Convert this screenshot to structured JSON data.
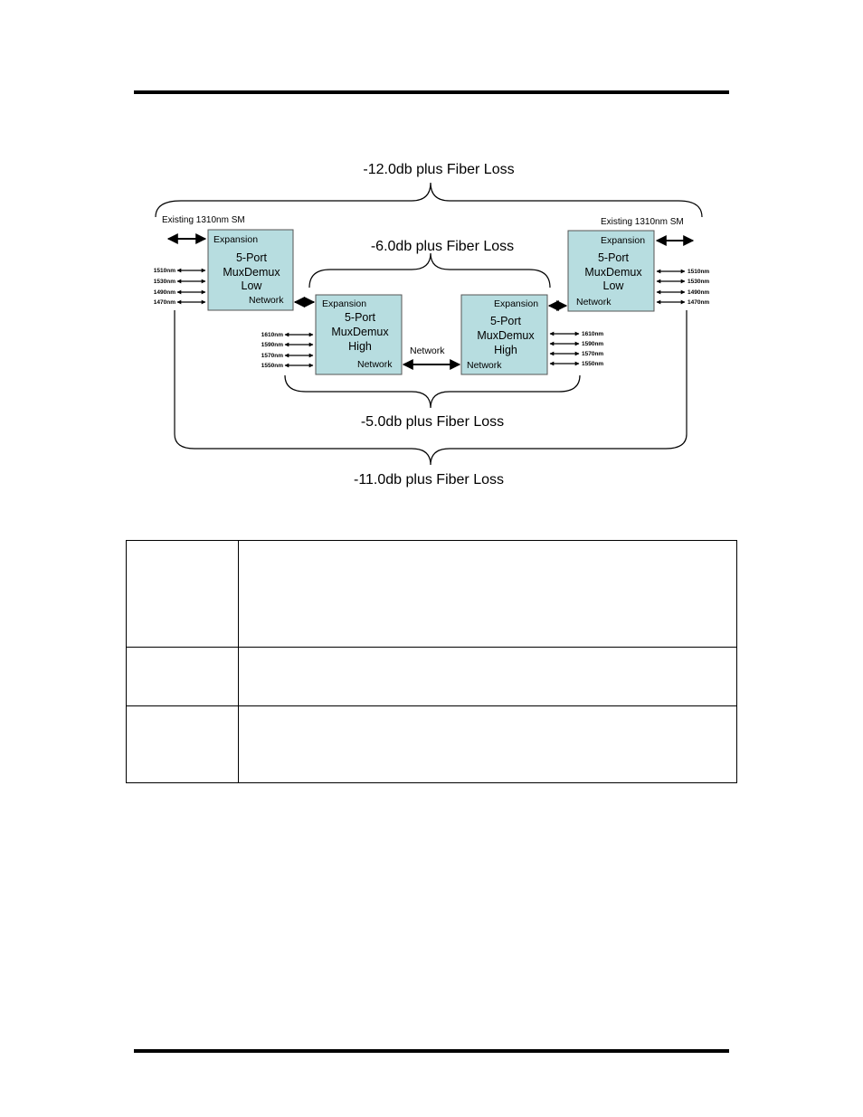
{
  "diagram": {
    "brace_labels": {
      "top_outer": "-12.0db plus Fiber Loss",
      "top_inner": "-6.0db plus Fiber Loss",
      "bottom_inner": "-5.0db plus Fiber Loss",
      "bottom_outer": "-11.0db plus Fiber Loss"
    },
    "existing_left": "Existing  1310nm  SM",
    "existing_right": "Existing  1310nm  SM",
    "between_label": "Network",
    "modules": [
      {
        "id": "low-left",
        "expansion": "Expansion",
        "line1": "5-Port",
        "line2": "MuxDemux",
        "line3": "Low",
        "network": "Network"
      },
      {
        "id": "high-left",
        "expansion": "Expansion",
        "line1": "5-Port",
        "line2": "MuxDemux",
        "line3": "High",
        "network": "Network"
      },
      {
        "id": "high-right",
        "expansion": "Expansion",
        "line1": "5-Port",
        "line2": "MuxDemux",
        "line3": "High",
        "network": "Network"
      },
      {
        "id": "low-right",
        "expansion": "Expansion",
        "line1": "5-Port",
        "line2": "MuxDemux",
        "line3": "Low",
        "network": "Network"
      }
    ],
    "low_wavelengths": [
      "1510nm",
      "1530nm",
      "1490nm",
      "1470nm"
    ],
    "high_wavelengths": [
      "1610nm",
      "1590nm",
      "1570nm",
      "1550nm"
    ]
  },
  "table": {
    "rows": [
      [
        "",
        ""
      ],
      [
        "",
        ""
      ],
      [
        "",
        ""
      ]
    ]
  }
}
